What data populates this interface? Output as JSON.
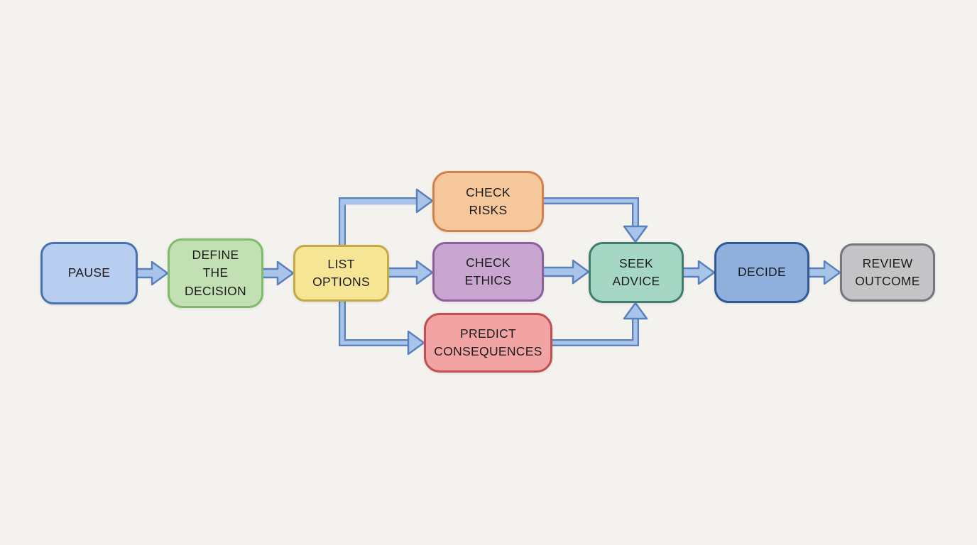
{
  "diagram_type": "flowchart",
  "colors": {
    "background": "#f4f2ee",
    "text": "#1c1c1c",
    "arrow_fill": "#a9c4e9",
    "arrow_stroke": "#5b81bd"
  },
  "nodes": [
    {
      "id": "pause",
      "label": "PAUSE",
      "fill": "#b8cef0",
      "border": "#4a72ae"
    },
    {
      "id": "define-the-decision",
      "label": "DEFINE\nTHE\nDECISION",
      "fill": "#c2e0b3",
      "border": "#7fba6d"
    },
    {
      "id": "list-options",
      "label": "LIST\nOPTIONS",
      "fill": "#f5e594",
      "border": "#c5aa45"
    },
    {
      "id": "check-risks",
      "label": "CHECK\nRISKS",
      "fill": "#f7c79c",
      "border": "#d2824a"
    },
    {
      "id": "check-ethics",
      "label": "CHECK\nETHICS",
      "fill": "#c9a6d0",
      "border": "#8e5f9d"
    },
    {
      "id": "predict-consequences",
      "label": "PREDICT\nCONSEQUENCES",
      "fill": "#f2a4a4",
      "border": "#c14f4f"
    },
    {
      "id": "seek-advice",
      "label": "SEEK\nADVICE",
      "fill": "#a5d7c4",
      "border": "#3f7d6e"
    },
    {
      "id": "decide",
      "label": "DECIDE",
      "fill": "#8fafdc",
      "border": "#2f5a96"
    },
    {
      "id": "review-outcome",
      "label": "REVIEW\nOUTCOME",
      "fill": "#c4c3c6",
      "border": "#77767c"
    }
  ],
  "edges": [
    {
      "from": "pause",
      "to": "define-the-decision"
    },
    {
      "from": "define-the-decision",
      "to": "list-options"
    },
    {
      "from": "list-options",
      "to": "check-risks"
    },
    {
      "from": "list-options",
      "to": "check-ethics"
    },
    {
      "from": "list-options",
      "to": "predict-consequences"
    },
    {
      "from": "check-risks",
      "to": "seek-advice"
    },
    {
      "from": "check-ethics",
      "to": "seek-advice"
    },
    {
      "from": "predict-consequences",
      "to": "seek-advice"
    },
    {
      "from": "seek-advice",
      "to": "decide"
    },
    {
      "from": "decide",
      "to": "review-outcome"
    }
  ]
}
